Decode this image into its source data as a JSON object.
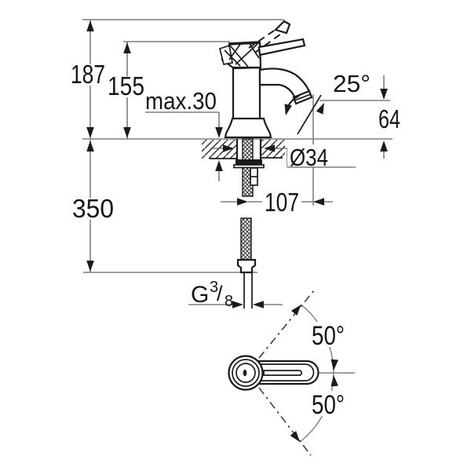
{
  "title": "Single-lever basin mixer installation drawing",
  "colors": {
    "background": "#ffffff",
    "object_line": "#1b1b1b",
    "dimension_line": "#7e7e7e",
    "text": "#151515"
  },
  "dimensions": {
    "total_height": "187",
    "body_height": "155",
    "max_deck_thickness": "max.30",
    "spout_angle": "25°",
    "spout_outlet_height": "64",
    "hole_diameter": "Ø34",
    "spout_reach": "107",
    "hose_length": "350",
    "handle_swing_upper": "50°",
    "handle_swing_lower": "50°",
    "thread": {
      "prefix": "G",
      "numerator": "3",
      "slash": "/",
      "denominator": "8"
    }
  }
}
